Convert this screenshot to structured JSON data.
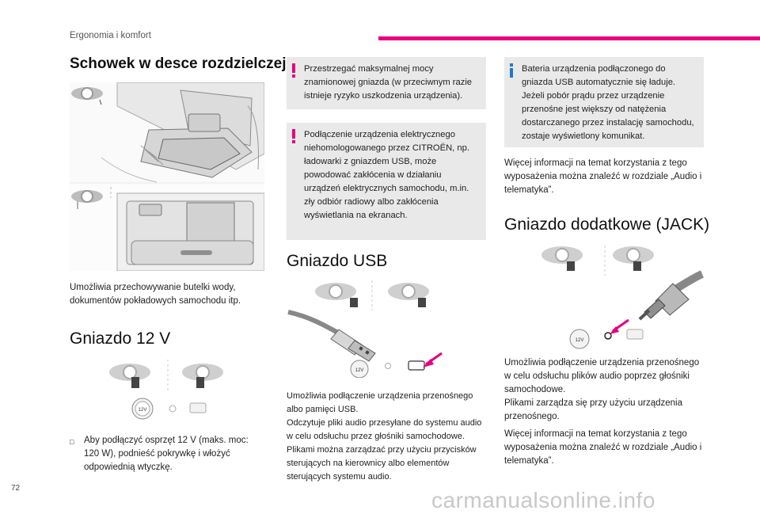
{
  "page": {
    "section_label": "Ergonomia i komfort",
    "page_number": "72",
    "watermark": "carmanualsonline.info",
    "accent_color": "#e6007e"
  },
  "glovebox": {
    "title": "Schowek w desce rozdzielczej",
    "description": "Umożliwia przechowywanie butelki wody, dokumentów pokładowych samochodu itp."
  },
  "socket12v": {
    "title": "Gniazdo 12 V",
    "bullet_marker": "□",
    "instruction": "Aby podłączyć osprzęt 12 V (maks. moc: 120 W), podnieść pokrywkę i włożyć odpowiednią wtyczkę.",
    "icon_label": "12V"
  },
  "warnings": [
    {
      "type": "warning",
      "text": "Przestrzegać maksymalnej mocy znamionowej gniazda (w przeciwnym razie istnieje ryzyko uszkodzenia urządzenia)."
    },
    {
      "type": "warning",
      "text": "Podłączenie urządzenia elektrycznego niehomologowanego przez CITROËN, np. ładowarki z gniazdem USB, może powodować zakłócenia w działaniu urządzeń elektrycznych samochodu, m.in. zły odbiór radiowy albo zakłócenia wyświetlania na ekranach."
    }
  ],
  "usb": {
    "title": "Gniazdo USB",
    "icon_label": "12V",
    "description": "Umożliwia podłączenie urządzenia przenośnego albo pamięci USB.\nOdczytuje pliki audio przesyłane do systemu audio w celu odsłuchu przez głośniki samochodowe.\nPlikami można zarządzać przy użyciu przycisków sterujących na kierownicy albo elementów sterujących systemu audio."
  },
  "info_note": {
    "text": "Bateria urządzenia podłączonego do gniazda USB automatycznie się ładuje.\nJeżeli pobór prądu przez urządzenie przenośne jest większy od natężenia dostarczanego przez instalację samochodu, zostaje wyświetlony komunikat."
  },
  "more_info_1": "Więcej informacji na temat korzystania z tego wyposażenia można znaleźć w rozdziale „Audio i telematyka”.",
  "jack": {
    "title": "Gniazdo dodatkowe (JACK)",
    "icon_label": "12V",
    "description": "Umożliwia podłączenie urządzenia przenośnego w celu odsłuchu plików audio poprzez głośniki samochodowe.\nPlikami zarządza się przy użyciu urządzenia przenośnego.",
    "more_info": "Więcej informacji na temat korzystania z tego wyposażenia można znaleźć w rozdziale „Audio i telematyka”."
  }
}
